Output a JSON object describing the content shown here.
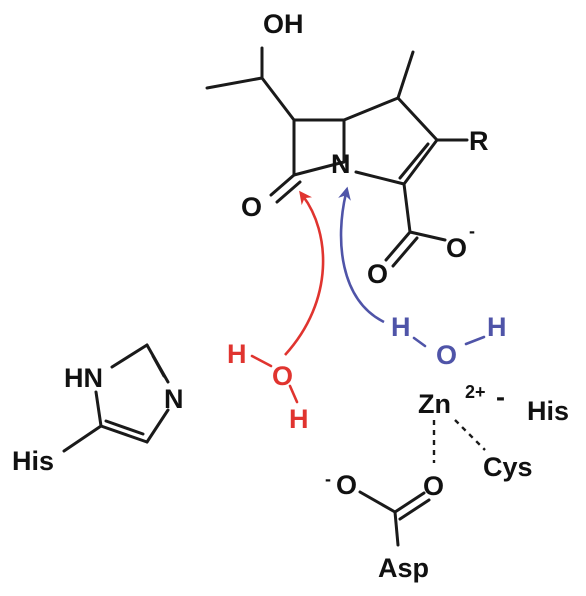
{
  "colors": {
    "ink": "#111111",
    "red": "#e0342f",
    "blue": "#4f54a8"
  },
  "carbapenem": {
    "hydroxyl": "OH",
    "r_group": "R",
    "ring_nitrogen": "N",
    "carbonyl_oxygen": "O",
    "carboxylate_oxygen1": "O",
    "carboxylate_oxygen2": "O",
    "carboxylate_charge": "-"
  },
  "water_red": {
    "h1": "H",
    "o": "O",
    "h2": "H"
  },
  "water_blue": {
    "h1": "H",
    "o": "O",
    "h2": "H"
  },
  "imidazole": {
    "nh": "HN",
    "n": "N",
    "his": "His"
  },
  "zinc_site": {
    "zn": "Zn",
    "zn_charge": "2+",
    "dash": "-",
    "his": "His",
    "cys": "Cys",
    "asp_o_charged": "O",
    "asp_o_charge": "-",
    "asp_o2": "O",
    "asp": "Asp"
  }
}
